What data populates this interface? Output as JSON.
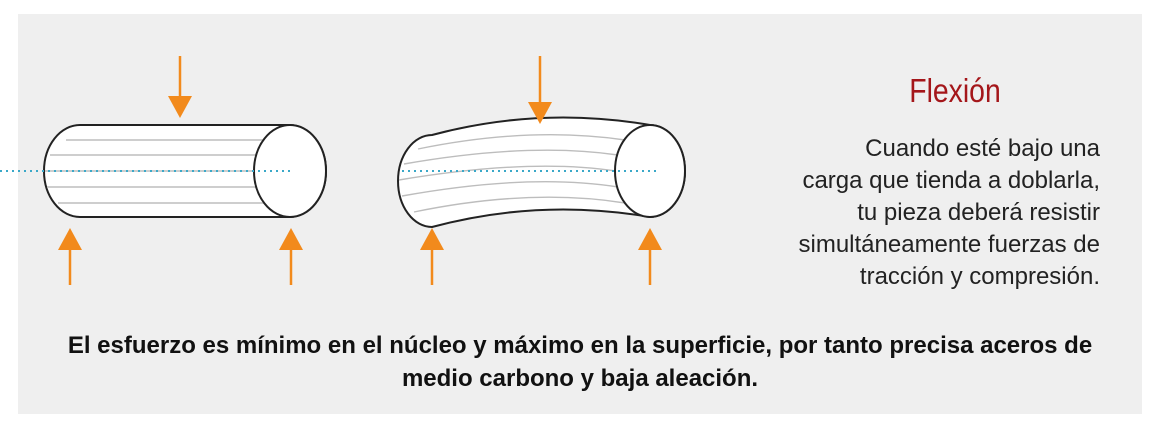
{
  "title": "Flexión",
  "description_lines": [
    "Cuando esté bajo una",
    "carga que tienda a doblarla,",
    "tu pieza deberá resistir",
    "simultáneamente fuerzas de",
    "tracción y compresión."
  ],
  "conclusion": "El esfuerzo es mínimo en el núcleo y máximo en la superficie, por tanto precisa aceros de medio carbono y baja aleación.",
  "colors": {
    "arrow": "#f28a1c",
    "title": "#a4161a",
    "axis": "#3aa8c8",
    "background": "#efefef"
  }
}
